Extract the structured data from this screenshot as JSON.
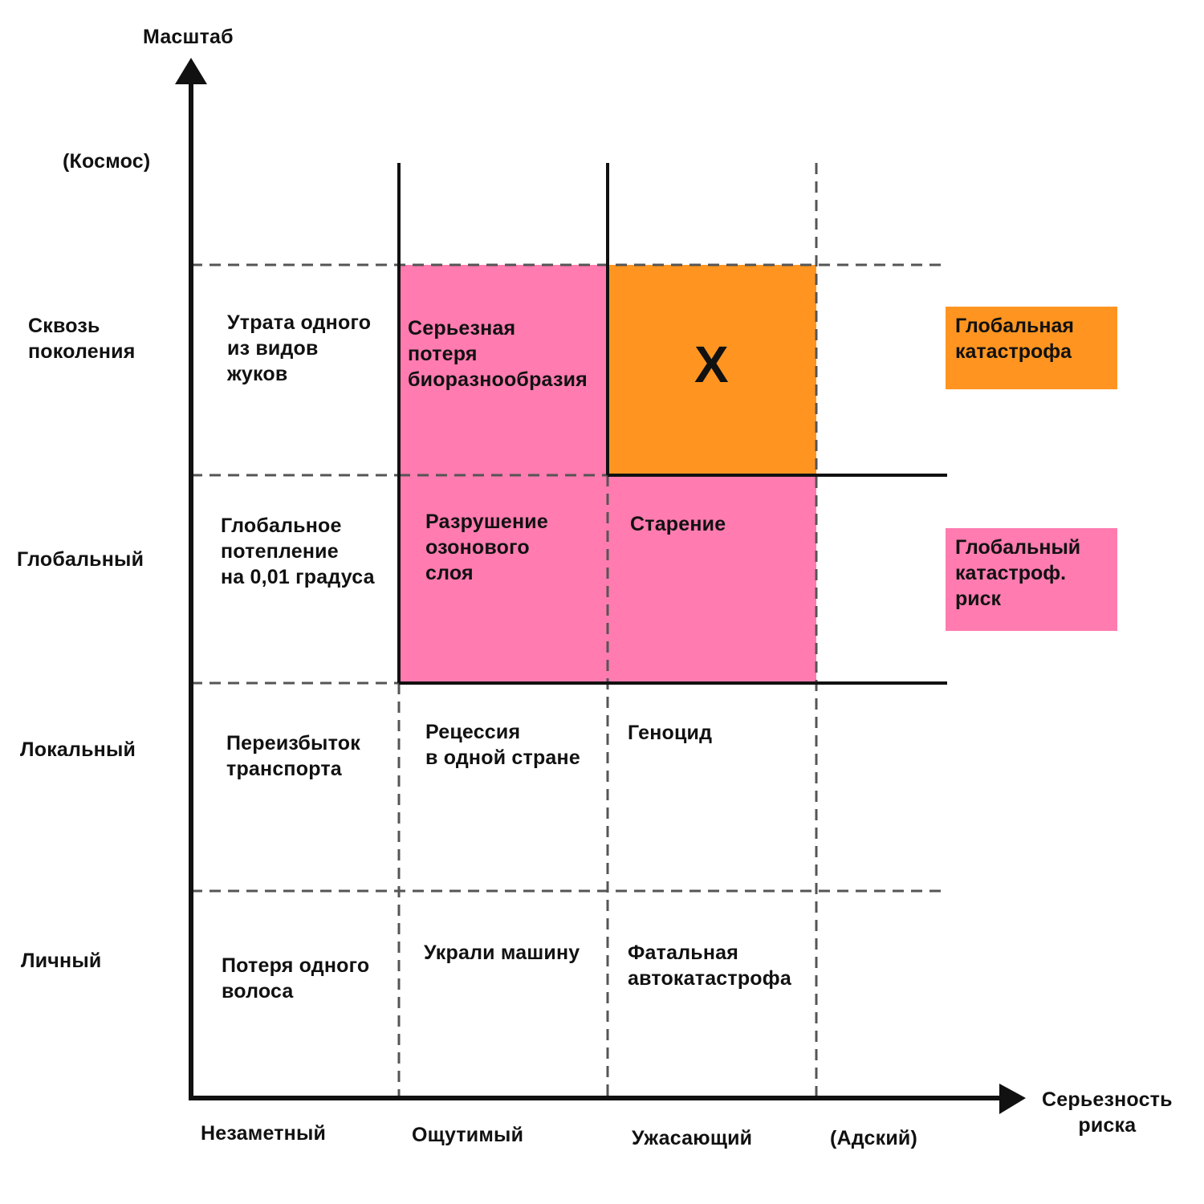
{
  "colors": {
    "pink": "#ff7bb0",
    "orange": "#ff9520",
    "line": "#111111",
    "dash": "#555555"
  },
  "axes": {
    "y_title": "Масштаб",
    "x_title": "Серьезность\nриска"
  },
  "scale_levels": [
    "(Космос)",
    "Сквозь\nпоколения",
    "Глобальный",
    "Локальный",
    "Личный"
  ],
  "severity_levels": [
    "Незаметный",
    "Ощутимый",
    "Ужасающий",
    "(Адский)"
  ],
  "cells": {
    "gen_imperceptible": "Утрата одного\nиз видов\nжуков",
    "gen_endurable": "Серьезная\nпотеря\nбиоразнообразия",
    "gen_crushing": "X",
    "global_imperceptible": "Глобальное\nпотепление\nна 0,01 градуса",
    "global_endurable": "Разрушение\nозонового\nслоя",
    "global_crushing": "Старение",
    "local_imperceptible": "Переизбыток\nтранспорта",
    "local_endurable": "Рецессия\nв одной стране",
    "local_crushing": "Геноцид",
    "personal_imperceptible": "Потеря одного\nволоса",
    "personal_endurable": "Украли машину",
    "personal_crushing": "Фатальная\nавтокатастрофа"
  },
  "legend": {
    "catastrophe": "Глобальная\nкатастрофа",
    "risk": "Глобальный\nкатастроф.\nриск"
  }
}
